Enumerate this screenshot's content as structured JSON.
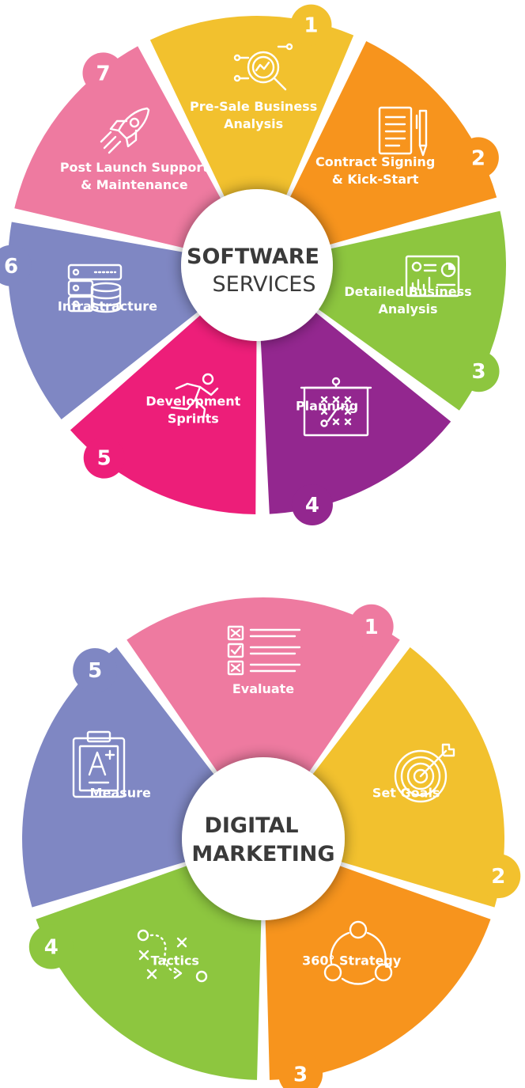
{
  "software_wheel": {
    "hub_line1": "SOFTWARE",
    "hub_line2": "SERVICES",
    "segments": [
      {
        "number": "1",
        "label_line1": "Pre-Sale Business",
        "label_line2": "Analysis",
        "color": "#F2C12E",
        "icon": "magnifier-analysis-icon"
      },
      {
        "number": "2",
        "label_line1": "Contract Signing",
        "label_line2": "& Kick-Start",
        "color": "#F7941D",
        "icon": "document-pen-icon"
      },
      {
        "number": "3",
        "label_line1": "Detailed Business",
        "label_line2": "Analysis",
        "color": "#8DC63F",
        "icon": "dashboard-screen-icon"
      },
      {
        "number": "4",
        "label_line1": "Planning",
        "label_line2": "",
        "color": "#93278F",
        "icon": "strategy-board-icon"
      },
      {
        "number": "5",
        "label_line1": "Development",
        "label_line2": "Sprints",
        "color": "#ED1E79",
        "icon": "running-man-icon"
      },
      {
        "number": "6",
        "label_line1": "Infrastracture",
        "label_line2": "",
        "color": "#7F87C3",
        "icon": "server-database-icon"
      },
      {
        "number": "7",
        "label_line1": "Post Launch Support",
        "label_line2": "& Maintenance",
        "color": "#EE7AA0",
        "icon": "rocket-icon"
      }
    ]
  },
  "marketing_wheel": {
    "hub_line1": "DIGITAL",
    "hub_line2": "MARKETING",
    "segments": [
      {
        "number": "1",
        "label": "Evaluate",
        "color": "#EE7AA0",
        "icon": "checklist-icon"
      },
      {
        "number": "2",
        "label": "Set Goals",
        "color": "#F2C12E",
        "icon": "target-arrow-icon"
      },
      {
        "number": "3",
        "label": "360° Strategy",
        "color": "#F7941D",
        "icon": "cycle-nodes-icon"
      },
      {
        "number": "4",
        "label": "Tactics",
        "color": "#8DC63F",
        "icon": "tactics-play-icon"
      },
      {
        "number": "5",
        "label": "Measure",
        "color": "#7F87C3",
        "icon": "grade-clipboard-icon"
      }
    ]
  }
}
